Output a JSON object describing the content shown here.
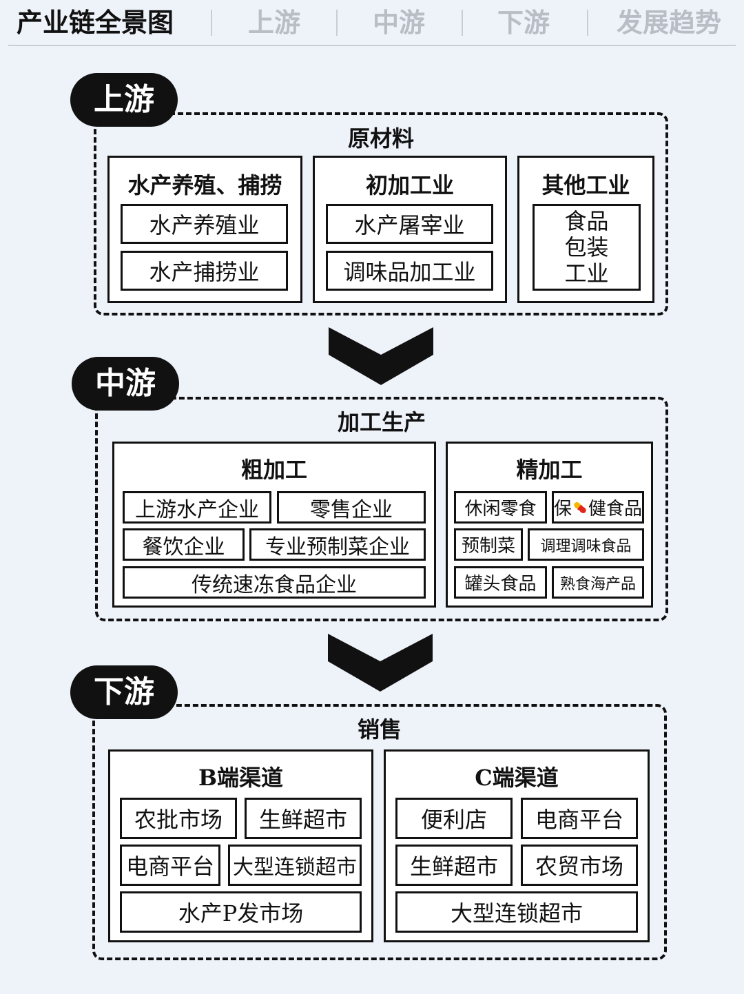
{
  "tabs": [
    "产业链全景图",
    "上游",
    "中游",
    "下游",
    "发展趋势"
  ],
  "upstream": {
    "label": "上游",
    "title": "原材料",
    "groups": [
      {
        "title": "水产养殖、捕捞",
        "items": [
          "水产养殖业",
          "水产捕捞业"
        ]
      },
      {
        "title": "初加工业",
        "items": [
          "水产屠宰业",
          "调味品加工业"
        ]
      },
      {
        "title": "其他工业",
        "items": [
          "食品包装工业"
        ],
        "item_lines": [
          "食品",
          "包装",
          "工业"
        ]
      }
    ]
  },
  "midstream": {
    "label": "中游",
    "title": "加工生产",
    "groups": [
      {
        "title": "粗加工",
        "items": [
          "上游水产企业",
          "零售企业",
          "餐饮企业",
          "专业预制菜企业",
          "传统速冻食品企业"
        ]
      },
      {
        "title": "精加工",
        "items": [
          "休闲零食",
          "保健食品",
          "预制菜",
          "调理调味食品",
          "罐头食品",
          "熟食海产品"
        ]
      }
    ]
  },
  "downstream": {
    "label": "下游",
    "title": "销售",
    "groups": [
      {
        "title": "B端渠道",
        "items": [
          "农批市场",
          "生鲜超市",
          "电商平台",
          "大型连锁超市",
          "水产P发市场"
        ]
      },
      {
        "title": "C端渠道",
        "items": [
          "便利店",
          "电商平台",
          "生鲜超市",
          "农贸市场",
          "大型连锁超市"
        ]
      }
    ]
  },
  "health_item_parts": [
    "保",
    "健食品"
  ],
  "icons": [
    "chevron-down-icon",
    "pill-capsule-icon"
  ],
  "colors": {
    "background": "#eef2f9",
    "ink": "#111111",
    "tab_inactive": "#b8bdc6",
    "capsule_red": "#e2261b",
    "capsule_yellow": "#f5b800"
  }
}
